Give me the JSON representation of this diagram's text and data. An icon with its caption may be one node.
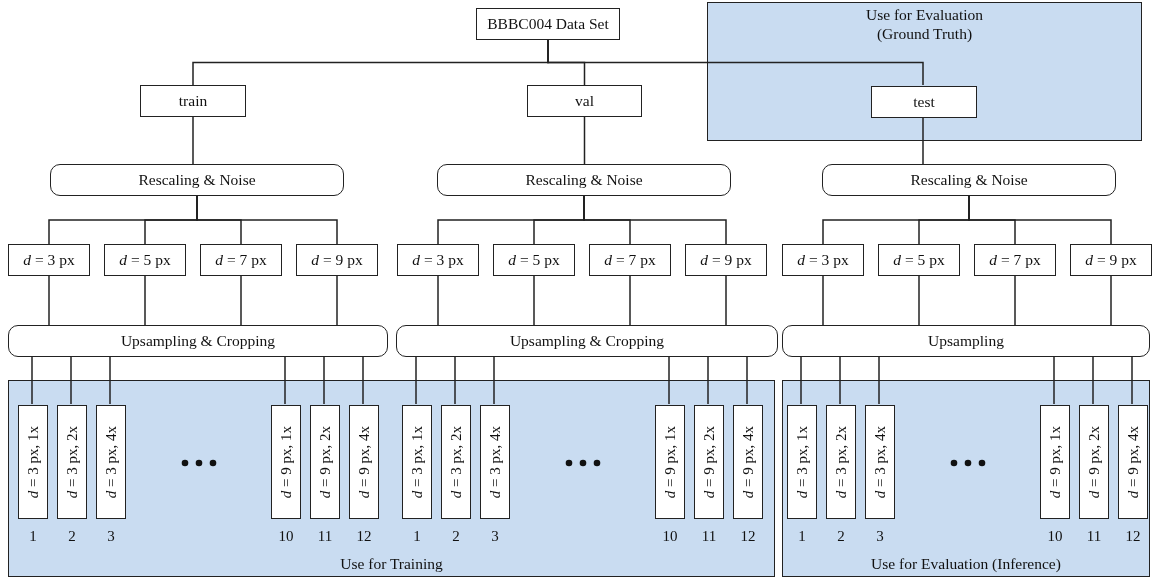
{
  "diagram": {
    "nodes": [
      {
        "text": [
          "BBBC004 Data Set"
        ]
      },
      {
        "text": [
          "Use for Evaluation (Ground Truth)"
        ]
      },
      {
        "text": [
          "train"
        ]
      },
      {
        "text": [
          "val"
        ]
      },
      {
        "text": [
          "test"
        ],
        "in": 1
      },
      {
        "text": [
          "Rescaling & Noise"
        ]
      },
      {
        "text": [
          "Rescaling & Noise"
        ]
      },
      {
        "text": [
          "Rescaling & Noise"
        ]
      },
      {
        "text": [
          "*d* = 3 px"
        ]
      },
      {
        "text": [
          "*d* = 5 px"
        ]
      },
      {
        "text": [
          "*d* = 7 px"
        ]
      },
      {
        "text": [
          "*d* = 9 px"
        ]
      },
      {
        "text": [
          "*d* = 3 px"
        ]
      },
      {
        "text": [
          "*d* = 5 px"
        ]
      },
      {
        "text": [
          "*d* = 7 px"
        ]
      },
      {
        "text": [
          "*d* = 9 px"
        ]
      },
      {
        "text": [
          "*d* = 3 px"
        ]
      },
      {
        "text": [
          "*d* = 5 px"
        ]
      },
      {
        "text": [
          "*d* = 7 px"
        ]
      },
      {
        "text": [
          "*d* = 9 px"
        ]
      },
      {
        "text": [
          "Upsampling & Cropping"
        ]
      },
      {
        "text": [
          "Upsampling & Cropping"
        ]
      },
      {
        "text": [
          "Upsampling"
        ]
      },
      {
        "text": [
          "Use for Training"
        ]
      },
      {
        "text": [
          "Use for Evaluation (Inference)"
        ]
      },
      {
        "text": [
          "*d* = 3 px, 1x"
        ],
        "in": 23,
        "beside": [
          "1"
        ]
      },
      {
        "text": [
          "*d* = 3 px, 2x"
        ],
        "in": 23,
        "beside": [
          "2"
        ]
      },
      {
        "text": [
          "*d* = 3 px, 4x"
        ],
        "in": 23,
        "beside": [
          "3"
        ]
      },
      {
        "text": [
          "*d* = 9 px, 1x"
        ],
        "in": 23,
        "beside": [
          "10"
        ]
      },
      {
        "text": [
          "*d* = 9 px, 2x"
        ],
        "in": 23,
        "beside": [
          "11"
        ]
      },
      {
        "text": [
          "*d* = 9 px, 4x"
        ],
        "in": 23,
        "beside": [
          "12"
        ]
      },
      {
        "text": [
          "*d* = 3 px, 1x"
        ],
        "in": 23,
        "beside": [
          "1"
        ]
      },
      {
        "text": [
          "*d* = 3 px, 2x"
        ],
        "in": 23,
        "beside": [
          "2"
        ]
      },
      {
        "text": [
          "*d* = 3 px, 4x"
        ],
        "in": 23,
        "beside": [
          "3"
        ]
      },
      {
        "text": [
          "*d* = 9 px, 1x"
        ],
        "in": 23,
        "beside": [
          "10"
        ]
      },
      {
        "text": [
          "*d* = 9 px, 2x"
        ],
        "in": 23,
        "beside": [
          "11"
        ]
      },
      {
        "text": [
          "*d* = 9 px, 4x"
        ],
        "in": 23,
        "beside": [
          "12"
        ]
      },
      {
        "text": [
          "*d* = 3 px, 1x"
        ],
        "in": 24,
        "beside": [
          "1"
        ]
      },
      {
        "text": [
          "*d* = 3 px, 2x"
        ],
        "in": 24,
        "beside": [
          "2"
        ]
      },
      {
        "text": [
          "*d* = 3 px, 4x"
        ],
        "in": 24,
        "beside": [
          "3"
        ]
      },
      {
        "text": [
          "*d* = 9 px, 1x"
        ],
        "in": 24,
        "beside": [
          "10"
        ]
      },
      {
        "text": [
          "*d* = 9 px, 2x"
        ],
        "in": 24,
        "beside": [
          "11"
        ]
      },
      {
        "text": [
          "*d* = 9 px, 4x"
        ],
        "in": 24,
        "beside": [
          "12"
        ]
      }
    ],
    "edges": [
      {
        "from": 0,
        "to": 2,
        "arrow": "none"
      },
      {
        "from": 0,
        "to": 3,
        "arrow": "none"
      },
      {
        "from": 0,
        "to": 4,
        "arrow": "none"
      },
      {
        "from": 2,
        "to": 5,
        "arrow": "none"
      },
      {
        "from": 3,
        "to": 6,
        "arrow": "none"
      },
      {
        "from": 4,
        "to": 7,
        "arrow": "none"
      },
      {
        "from": 5,
        "to": 8,
        "arrow": "none"
      },
      {
        "from": 5,
        "to": 9,
        "arrow": "none"
      },
      {
        "from": 5,
        "to": 10,
        "arrow": "none"
      },
      {
        "from": 5,
        "to": 11,
        "arrow": "none"
      },
      {
        "from": 6,
        "to": 12,
        "arrow": "none"
      },
      {
        "from": 6,
        "to": 13,
        "arrow": "none"
      },
      {
        "from": 6,
        "to": 14,
        "arrow": "none"
      },
      {
        "from": 6,
        "to": 15,
        "arrow": "none"
      },
      {
        "from": 7,
        "to": 16,
        "arrow": "none"
      },
      {
        "from": 7,
        "to": 17,
        "arrow": "none"
      },
      {
        "from": 7,
        "to": 18,
        "arrow": "none"
      },
      {
        "from": 7,
        "to": 19,
        "arrow": "none"
      },
      {
        "from": 8,
        "to": 20,
        "arrow": "none"
      },
      {
        "from": 9,
        "to": 20,
        "arrow": "none"
      },
      {
        "from": 10,
        "to": 20,
        "arrow": "none"
      },
      {
        "from": 11,
        "to": 20,
        "arrow": "none"
      },
      {
        "from": 12,
        "to": 21,
        "arrow": "none"
      },
      {
        "from": 13,
        "to": 21,
        "arrow": "none"
      },
      {
        "from": 14,
        "to": 21,
        "arrow": "none"
      },
      {
        "from": 15,
        "to": 21,
        "arrow": "none"
      },
      {
        "from": 16,
        "to": 22,
        "arrow": "none"
      },
      {
        "from": 17,
        "to": 22,
        "arrow": "none"
      },
      {
        "from": 18,
        "to": 22,
        "arrow": "none"
      },
      {
        "from": 19,
        "to": 22,
        "arrow": "none"
      },
      {
        "from": 20,
        "to": 25,
        "arrow": "none"
      },
      {
        "from": 20,
        "to": 26,
        "arrow": "none"
      },
      {
        "from": 20,
        "to": 27,
        "arrow": "none"
      },
      {
        "from": 20,
        "to": 28,
        "arrow": "none"
      },
      {
        "from": 20,
        "to": 29,
        "arrow": "none"
      },
      {
        "from": 20,
        "to": 30,
        "arrow": "none"
      },
      {
        "from": 21,
        "to": 31,
        "arrow": "none"
      },
      {
        "from": 21,
        "to": 32,
        "arrow": "none"
      },
      {
        "from": 21,
        "to": 33,
        "arrow": "none"
      },
      {
        "from": 21,
        "to": 34,
        "arrow": "none"
      },
      {
        "from": 21,
        "to": 35,
        "arrow": "none"
      },
      {
        "from": 21,
        "to": 36,
        "arrow": "none"
      },
      {
        "from": 22,
        "to": 37,
        "arrow": "none"
      },
      {
        "from": 22,
        "to": 38,
        "arrow": "none"
      },
      {
        "from": 22,
        "to": 39,
        "arrow": "none"
      },
      {
        "from": 22,
        "to": 40,
        "arrow": "none"
      },
      {
        "from": 22,
        "to": 41,
        "arrow": "none"
      },
      {
        "from": 22,
        "to": 42,
        "arrow": "none"
      }
    ]
  }
}
